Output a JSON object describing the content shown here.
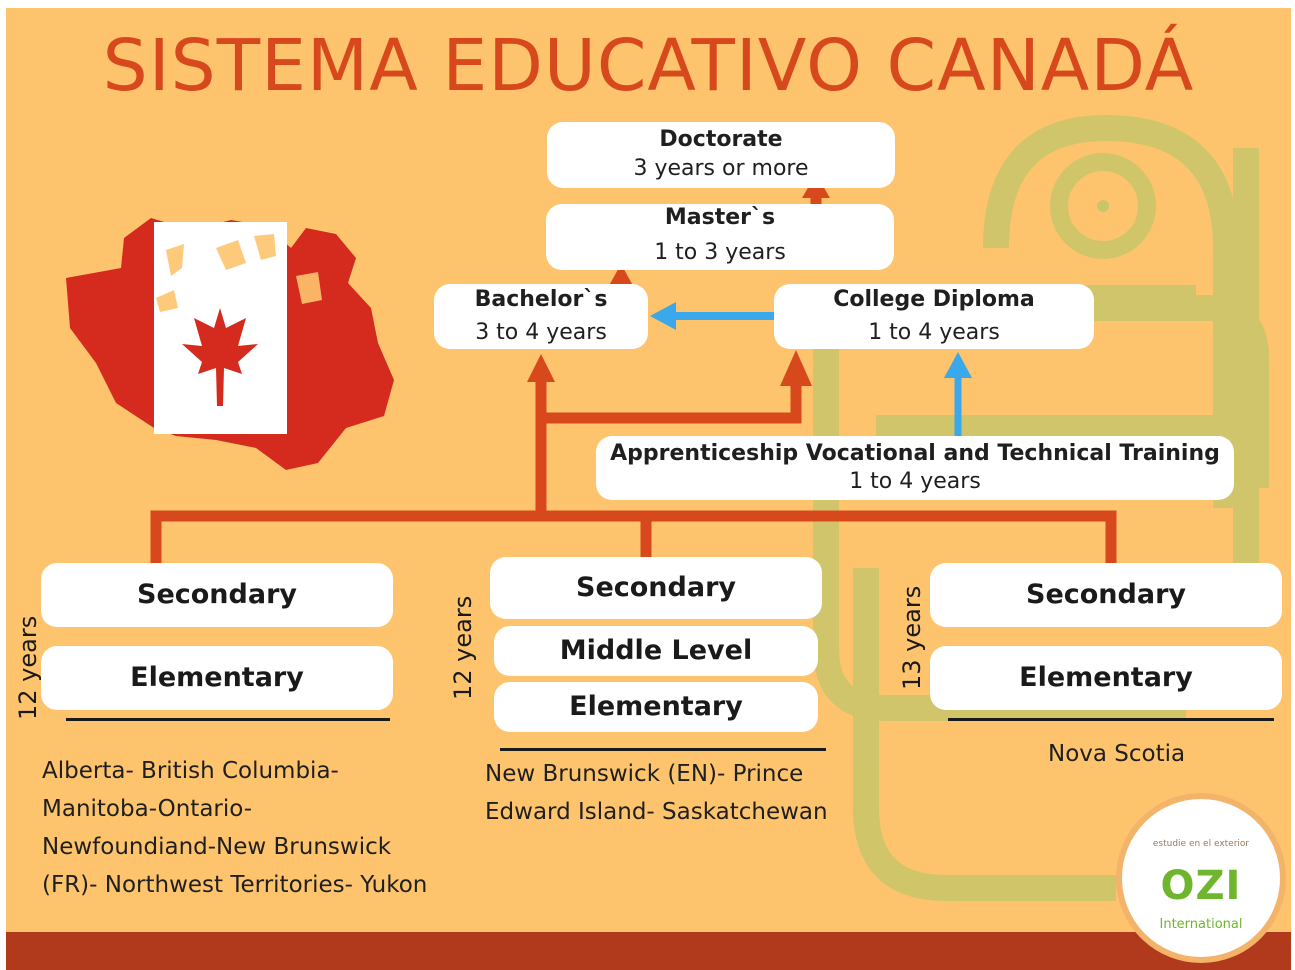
{
  "title": "SISTEMA EDUCATIVO CANADÁ",
  "colors": {
    "background": "#fdc46d",
    "orange": "#d7491c",
    "blue": "#3aa8ea",
    "footer": "#b23a1c",
    "decor": "#c9c66a"
  },
  "higher": {
    "doctorate": {
      "name": "Doctorate",
      "duration": "3 years or more"
    },
    "masters": {
      "name": "Master`s",
      "duration": "1  to 3 years"
    },
    "bachelors": {
      "name": "Bachelor`s",
      "duration": "3  to 4 years"
    },
    "college": {
      "name": "College Diploma",
      "duration": "1 to 4 years"
    },
    "apprenticeship": {
      "name": "Apprenticeship Vocational and Technical Training",
      "duration": "1 to 4 years"
    }
  },
  "systems": [
    {
      "years": "12 years",
      "levels": [
        "Secondary",
        "Elementary"
      ],
      "provinces": [
        "Alberta- British Columbia-",
        "Manitoba-Ontario-",
        "Newfoundiand-New Brunswick",
        "(FR)- Northwest Territories- Yukon"
      ]
    },
    {
      "years": "12 years",
      "levels": [
        "Secondary",
        "Middle Level",
        "Elementary"
      ],
      "provinces": [
        "New Brunswick (EN)- Prince",
        "Edward Island- Saskatchewan"
      ]
    },
    {
      "years": "13 years",
      "levels": [
        "Secondary",
        "Elementary"
      ],
      "provinces": [
        "Nova Scotia"
      ]
    }
  ],
  "logo": {
    "tagline": "estudie en el exterior",
    "name": "OZI",
    "subtitle": "International"
  }
}
